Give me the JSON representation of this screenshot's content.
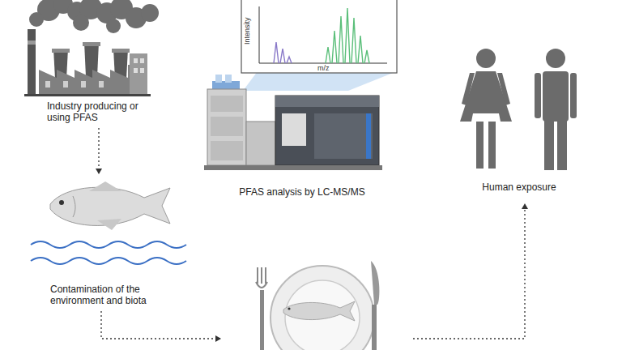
{
  "diagram": {
    "nodes": [
      {
        "text": [
          "Industry producing or using PFAS"
        ]
      },
      {
        "text": [
          "Contamination of the environment and biota"
        ]
      },
      {
        "text": [
          "PFAS analysis by LC-MS/MS"
        ]
      },
      {
        "text": [
          "Human exposure"
        ]
      }
    ],
    "edges": [
      {
        "from": 0,
        "to": 1,
        "arrow": "to"
      }
    ],
    "labels": [
      "Intensity",
      "m/z"
    ]
  }
}
